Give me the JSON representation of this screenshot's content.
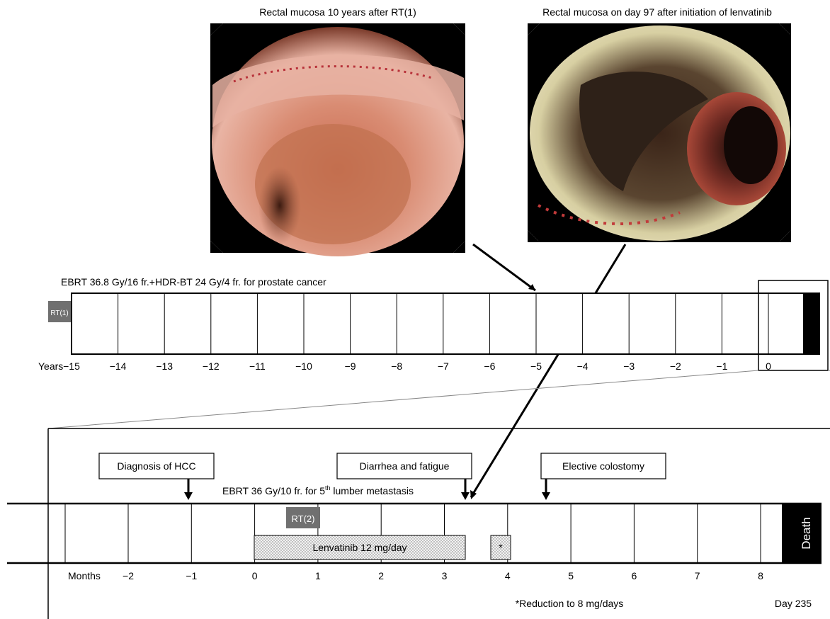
{
  "photos": {
    "left_caption": "Rectal mucosa 10 years after RT(1)",
    "right_caption": "Rectal mucosa on day 97 after initiation of lenvatinib"
  },
  "upper_timeline": {
    "title": "EBRT 36.8 Gy/16 fr.+HDR-BT 24 Gy/4 fr. for prostate cancer",
    "rt_label": "RT(1)",
    "axis_label": "Years",
    "ticks": [
      "−15",
      "−14",
      "−13",
      "−12",
      "−11",
      "−10",
      "−9",
      "−8",
      "−7",
      "−6",
      "−5",
      "−4",
      "−3",
      "−2",
      "−1",
      "0"
    ]
  },
  "lower_timeline": {
    "events": {
      "diagnosis": "Diagnosis of HCC",
      "diarrhea": "Diarrhea and fatigue",
      "colostomy": "Elective colostomy"
    },
    "ebrt_prefix": "EBRT 36 Gy/10 fr. for 5",
    "ebrt_sup": "th",
    "ebrt_suffix": " lumber metastasis",
    "rt_label": "RT(2)",
    "lenvatinib_label": "Lenvatinib 12 mg/day",
    "reduction_marker": "*",
    "death_label": "Death",
    "axis_label": "Months",
    "ticks": [
      "−2",
      "−1",
      "0",
      "1",
      "2",
      "3",
      "4",
      "5",
      "6",
      "7",
      "8"
    ],
    "day_label": "Day 235",
    "footnote": "*Reduction to 8 mg/days"
  },
  "colors": {
    "rt_box": "#707070",
    "death_box": "#000000",
    "line": "#000000",
    "zoom_line": "#808080"
  }
}
